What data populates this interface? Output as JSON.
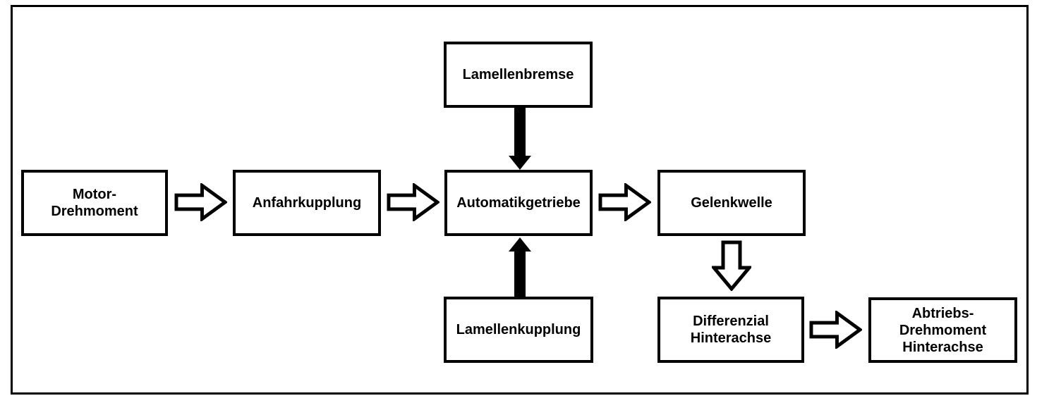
{
  "diagram": {
    "description": "Drivetrain torque flow block diagram",
    "colors": {
      "foreground": "#000000",
      "background": "#ffffff",
      "box_fill": "#ffffff"
    },
    "nodes": {
      "motor_drehmoment": {
        "lines": [
          "Motor-",
          "Drehmoment"
        ]
      },
      "anfahrkupplung": {
        "lines": [
          "Anfahrkupplung"
        ]
      },
      "lamellenbremse": {
        "lines": [
          "Lamellenbremse"
        ]
      },
      "automatikgetriebe": {
        "lines": [
          "Automatikgetriebe"
        ]
      },
      "lamellenkupplung": {
        "lines": [
          "Lamellenkupplung"
        ]
      },
      "gelenkwelle": {
        "lines": [
          "Gelenkwelle"
        ]
      },
      "differenzial_hinterachse": {
        "lines": [
          "Differenzial",
          "Hinterachse"
        ]
      },
      "abtriebs_drehmoment_hinterachse": {
        "lines": [
          "Abtriebs-",
          "Drehmoment",
          "Hinterachse"
        ]
      }
    },
    "edges": [
      {
        "from": "motor_drehmoment",
        "to": "anfahrkupplung",
        "style": "hollow-block-arrow",
        "direction": "right"
      },
      {
        "from": "anfahrkupplung",
        "to": "automatikgetriebe",
        "style": "hollow-block-arrow",
        "direction": "right"
      },
      {
        "from": "lamellenbremse",
        "to": "automatikgetriebe",
        "style": "solid-arrow",
        "direction": "down"
      },
      {
        "from": "lamellenkupplung",
        "to": "automatikgetriebe",
        "style": "solid-arrow",
        "direction": "up"
      },
      {
        "from": "automatikgetriebe",
        "to": "gelenkwelle",
        "style": "hollow-block-arrow",
        "direction": "right"
      },
      {
        "from": "gelenkwelle",
        "to": "differenzial_hinterachse",
        "style": "hollow-block-arrow",
        "direction": "down"
      },
      {
        "from": "differenzial_hinterachse",
        "to": "abtriebs_drehmoment_hinterachse",
        "style": "hollow-block-arrow",
        "direction": "right"
      }
    ]
  }
}
